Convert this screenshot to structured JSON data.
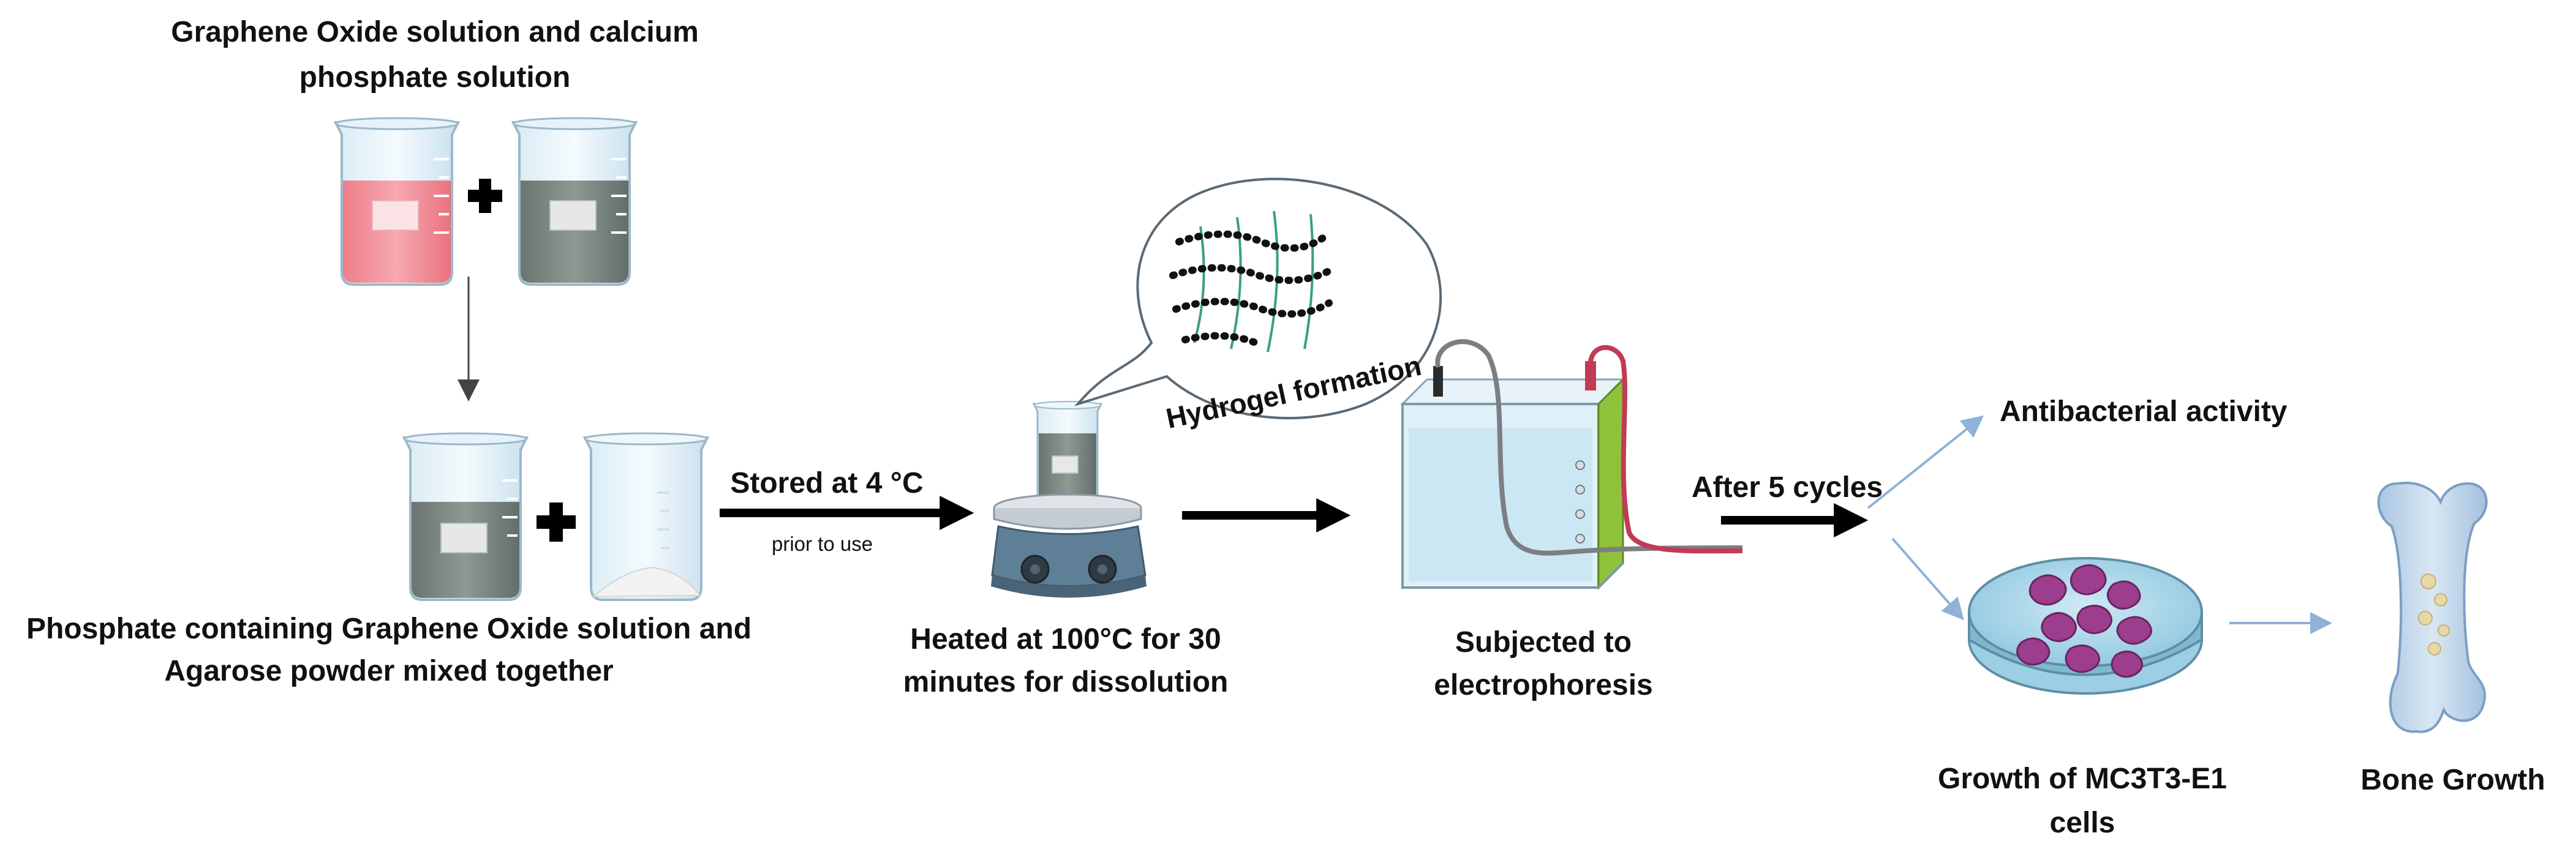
{
  "labels": {
    "top_title_line1": "Graphene Oxide solution and calcium",
    "top_title_line2": "phosphate solution",
    "mix_caption_line1": "Phosphate containing Graphene Oxide solution and",
    "mix_caption_line2": "Agarose powder mixed together",
    "stored": "Stored at 4 °C",
    "prior": "prior to use",
    "heated_line1": "Heated at 100°C for 30",
    "heated_line2": "minutes for dissolution",
    "hydrogel": "Hydrogel formation",
    "electro_line1": "Subjected to",
    "electro_line2": "electrophoresis",
    "after": "After 5 cycles",
    "antibacterial": "Antibacterial activity",
    "growth_line1": "Growth of MC3T3-E1",
    "growth_line2": "cells",
    "bone": "Bone Growth"
  },
  "icons": {
    "beaker_pink": "beaker-pink-solution-icon",
    "beaker_gray": "beaker-gray-solution-icon",
    "beaker_powder": "beaker-agarose-powder-icon",
    "hotplate": "hotplate-stirrer-icon",
    "network": "hydrogel-network-icon",
    "electro_tank": "electrophoresis-tank-icon",
    "petri": "petri-dish-cells-icon",
    "bone": "bone-icon"
  },
  "colors": {
    "pink_solution": "#f08d97",
    "gray_solution": "#7b8580",
    "cell": "#9c3d8e",
    "green_plate": "#8fc13a",
    "arrow_blue": "#8fb2d6",
    "wire_red": "#c23b55"
  }
}
